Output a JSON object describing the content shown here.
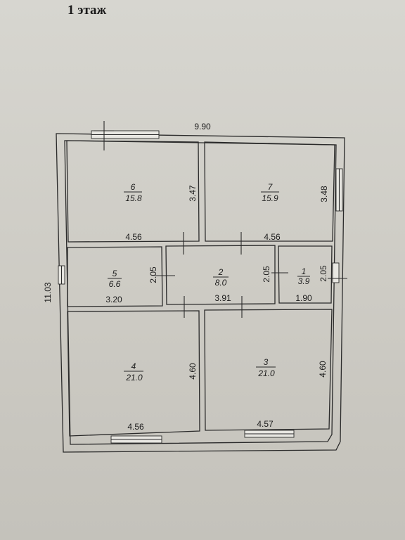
{
  "title": "1 этаж",
  "overall": {
    "width": "9.90",
    "height": "11.03"
  },
  "rooms": [
    {
      "no": "6",
      "area": "15.8",
      "width": "4.56",
      "height": "3.47"
    },
    {
      "no": "7",
      "area": "15.9",
      "width": "4.56",
      "height": "3.48"
    },
    {
      "no": "5",
      "area": "6.6",
      "width": "3.20",
      "height": "2.05"
    },
    {
      "no": "2",
      "area": "8.0",
      "width": "3.91",
      "height": "2.05"
    },
    {
      "no": "1",
      "area": "3.9",
      "width": "1.90",
      "height": "2.05"
    },
    {
      "no": "4",
      "area": "21.0",
      "width": "4.56",
      "height": "4.60"
    },
    {
      "no": "3",
      "area": "21.0",
      "width": "4.57",
      "height": "4.60"
    }
  ]
}
